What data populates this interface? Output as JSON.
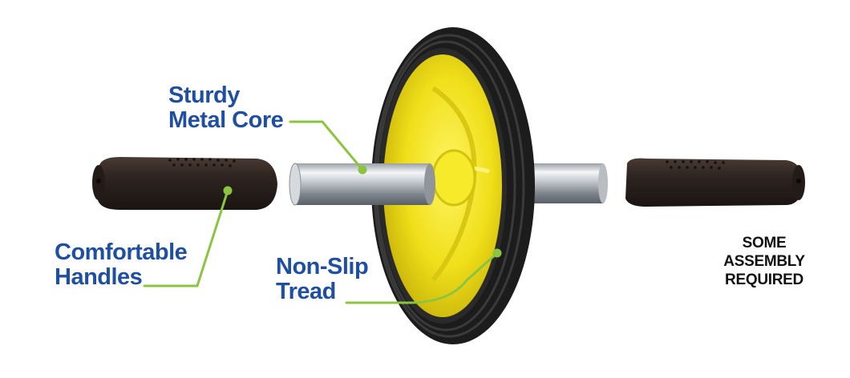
{
  "callouts": {
    "core": {
      "line1": "Sturdy",
      "line2": "Metal Core"
    },
    "handles": {
      "line1": "Comfortable",
      "line2": "Handles"
    },
    "tread": {
      "line1": "Non-Slip",
      "line2": "Tread"
    }
  },
  "assembly_note": {
    "line1": "SOME",
    "line2": "ASSEMBLY",
    "line3": "REQUIRED"
  },
  "colors": {
    "label_blue": "#1f4fa3",
    "leader_green": "#8bc53f",
    "wheel_yellow": "#f3e51e",
    "tread_black": "#1c1c1c",
    "handle_brown": "#2e2420"
  }
}
